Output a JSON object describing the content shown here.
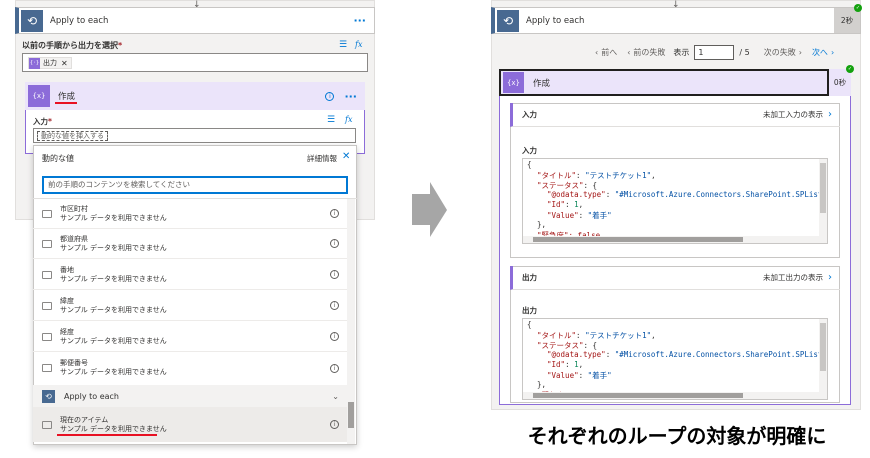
{
  "left": {
    "loop_title": "Apply to each",
    "more": "···",
    "select_label": "以前の手順から出力を選択",
    "required": "*",
    "token_label": "出力",
    "token_remove": "✕",
    "compose_title": "作成",
    "input_label": "入力",
    "input_placeholder": "動的な値を挿入する",
    "dyn_header": "動的な値",
    "dyn_detail": "詳細情報",
    "dyn_close": "✕",
    "search_placeholder": "前の手順のコンテンツを検索してください",
    "items": [
      {
        "title": "市区町村",
        "sub": "サンプル データを利用できません"
      },
      {
        "title": "都道府県",
        "sub": "サンプル データを利用できません"
      },
      {
        "title": "番地",
        "sub": "サンプル データを利用できません"
      },
      {
        "title": "緯度",
        "sub": "サンプル データを利用できません"
      },
      {
        "title": "経度",
        "sub": "サンプル データを利用できません"
      },
      {
        "title": "郵便番号",
        "sub": "サンプル データを利用できません"
      }
    ],
    "section_apply": "Apply to each",
    "current_item": {
      "title": "現在のアイテム",
      "sub": "サンプル データを利用できません"
    }
  },
  "right": {
    "loop_title": "Apply to each",
    "loop_time": "2秒",
    "prev": "前へ",
    "prev_fail": "前の失敗",
    "display": "表示",
    "page_value": "1",
    "page_total": "/ 5",
    "next_fail": "次の失敗",
    "next": "次へ",
    "compose_title": "作成",
    "compose_time": "0秒",
    "input_header": "入力",
    "input_raw": "未加工入力の表示",
    "input_label": "入力",
    "output_header": "出力",
    "output_raw": "未加工出力の表示",
    "output_label": "出力",
    "code": {
      "open": "{",
      "l1k": "\"タイトル\"",
      "l1v": "\"テストチケット1\"",
      "l2k": "\"ステータス\"",
      "l3k": "\"@odata.type\"",
      "l3v": "\"#Microsoft.Azure.Connectors.SharePoint.SPListEx",
      "l4k": "\"Id\"",
      "l4v": "1",
      "l5k": "\"Value\"",
      "l5v": "\"着手\"",
      "close": "},",
      "l6": "\"緊急度\": false"
    }
  },
  "caption": "それぞれのループの対象が明確に",
  "colors": {
    "loop": "#486991",
    "compose": "#8c6cd9",
    "link": "#0078d4",
    "underline": "#e81123",
    "success": "#13a10e"
  }
}
